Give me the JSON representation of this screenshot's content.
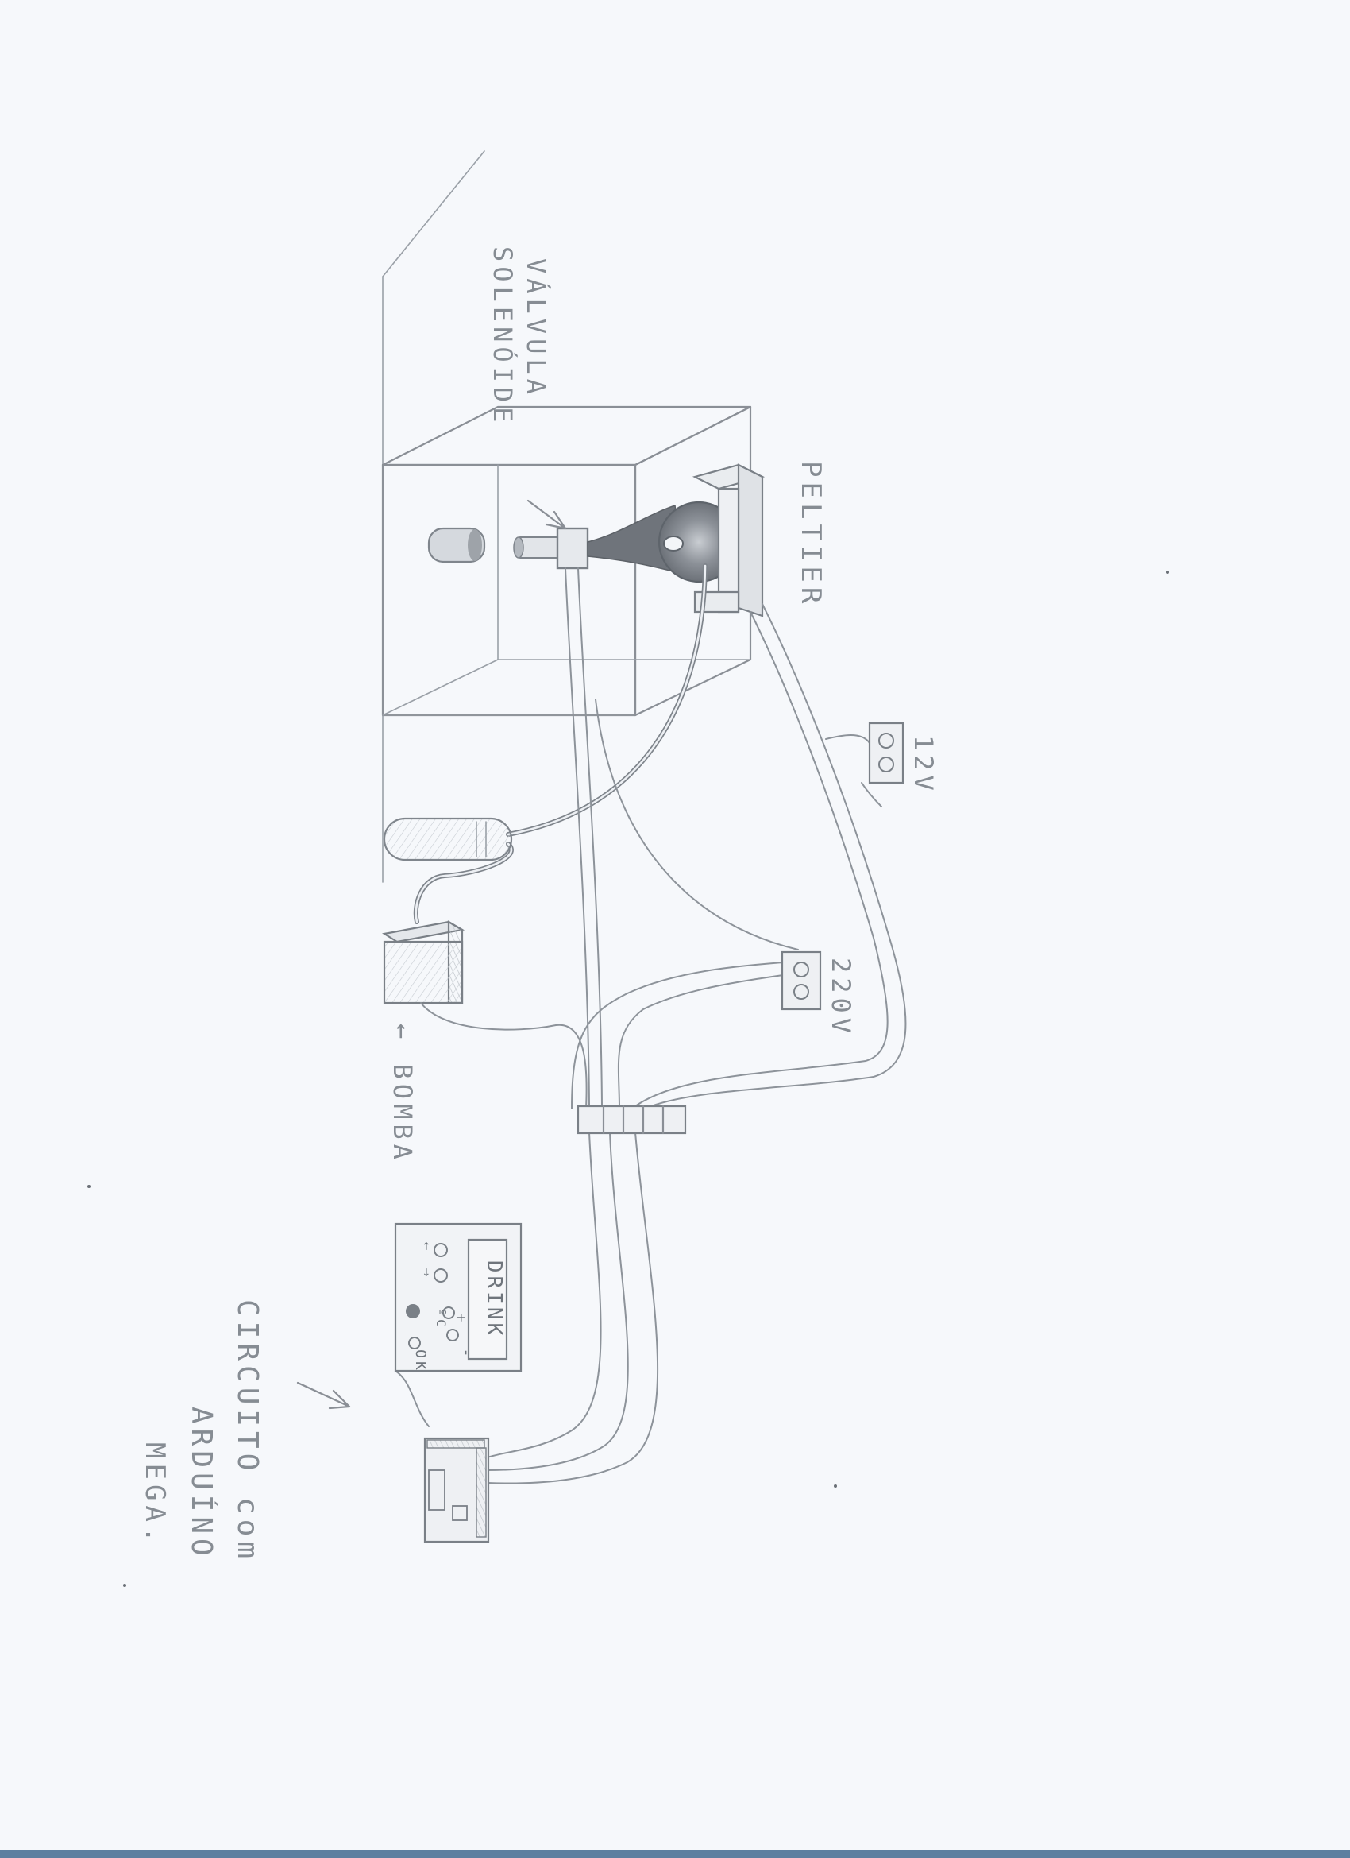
{
  "labels": {
    "valve_line1": "VÁLVULA",
    "valve_line2": "SOLENÓIDE",
    "peltier": "PELTIER",
    "v12": "12V",
    "v220": "220V",
    "bomba": "← BOMBA",
    "circuit_line1": "CIRCUITO com",
    "circuit_line2": "ARDUÍNO",
    "circuit_line3": "MEGA."
  },
  "panel": {
    "screen": "DRINK",
    "buttons": {
      "plus": "+",
      "minus": "-",
      "celsius": "ºC",
      "left": "←",
      "right": "→",
      "ok": "OK"
    }
  },
  "style": {
    "pencil": "#8a8f96",
    "paper": "#f6f8fb"
  }
}
